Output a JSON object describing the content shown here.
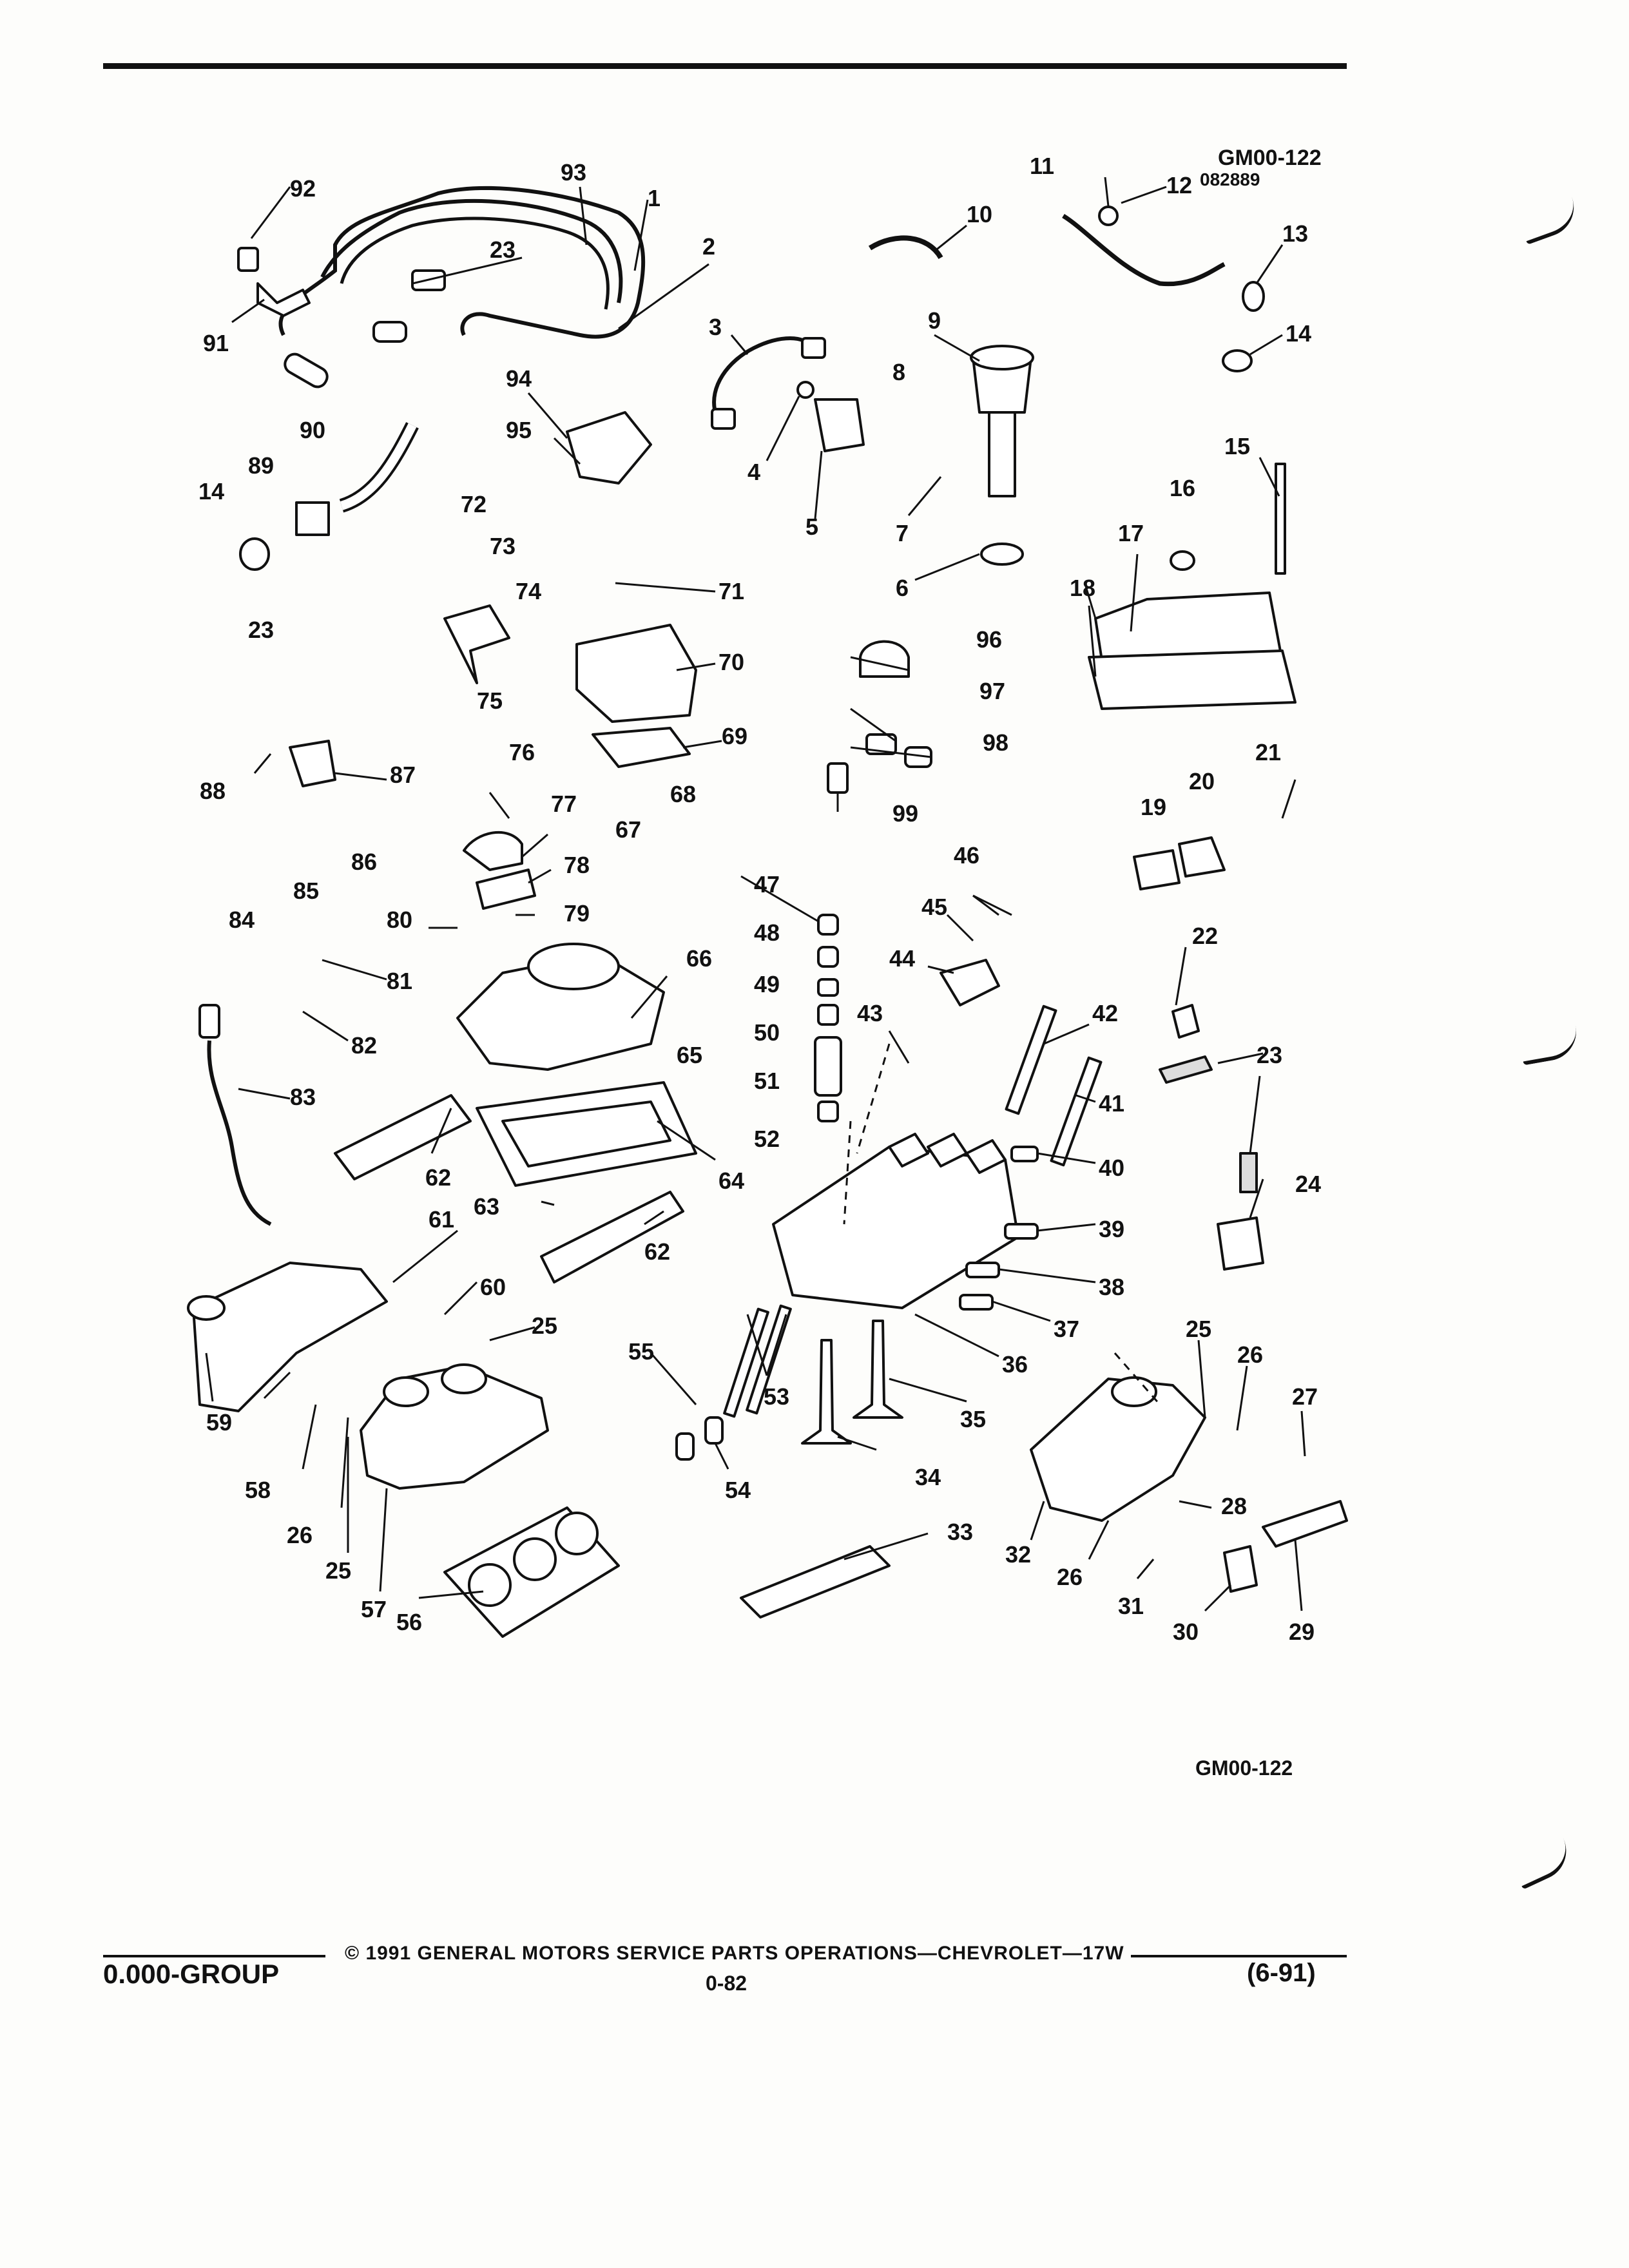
{
  "header": {
    "code_line1": "GM00-122",
    "code_line2": "082889"
  },
  "diagram": {
    "figure_code": "GM00-122",
    "callouts": [
      "1",
      "2",
      "3",
      "4",
      "5",
      "6",
      "7",
      "8",
      "9",
      "10",
      "11",
      "12",
      "13",
      "14",
      "14",
      "15",
      "16",
      "17",
      "18",
      "19",
      "20",
      "21",
      "22",
      "23",
      "23",
      "23",
      "24",
      "25",
      "25",
      "25",
      "26",
      "26",
      "27",
      "28",
      "29",
      "30",
      "31",
      "32",
      "33",
      "34",
      "35",
      "36",
      "37",
      "38",
      "39",
      "40",
      "41",
      "42",
      "43",
      "44",
      "45",
      "46",
      "47",
      "48",
      "49",
      "50",
      "51",
      "52",
      "53",
      "54",
      "55",
      "56",
      "57",
      "58",
      "59",
      "60",
      "61",
      "62",
      "62",
      "63",
      "64",
      "65",
      "66",
      "67",
      "68",
      "69",
      "70",
      "71",
      "72",
      "73",
      "74",
      "75",
      "76",
      "77",
      "78",
      "79",
      "80",
      "81",
      "82",
      "83",
      "84",
      "85",
      "86",
      "87",
      "88",
      "89",
      "90",
      "91",
      "92",
      "93",
      "94",
      "95",
      "96",
      "97",
      "98",
      "99"
    ]
  },
  "footer": {
    "copyright": "©  1991  GENERAL MOTORS SERVICE PARTS OPERATIONS—CHEVROLET—17W",
    "group": "0.000-GROUP",
    "page": "0-82",
    "date": "(6-91)"
  }
}
